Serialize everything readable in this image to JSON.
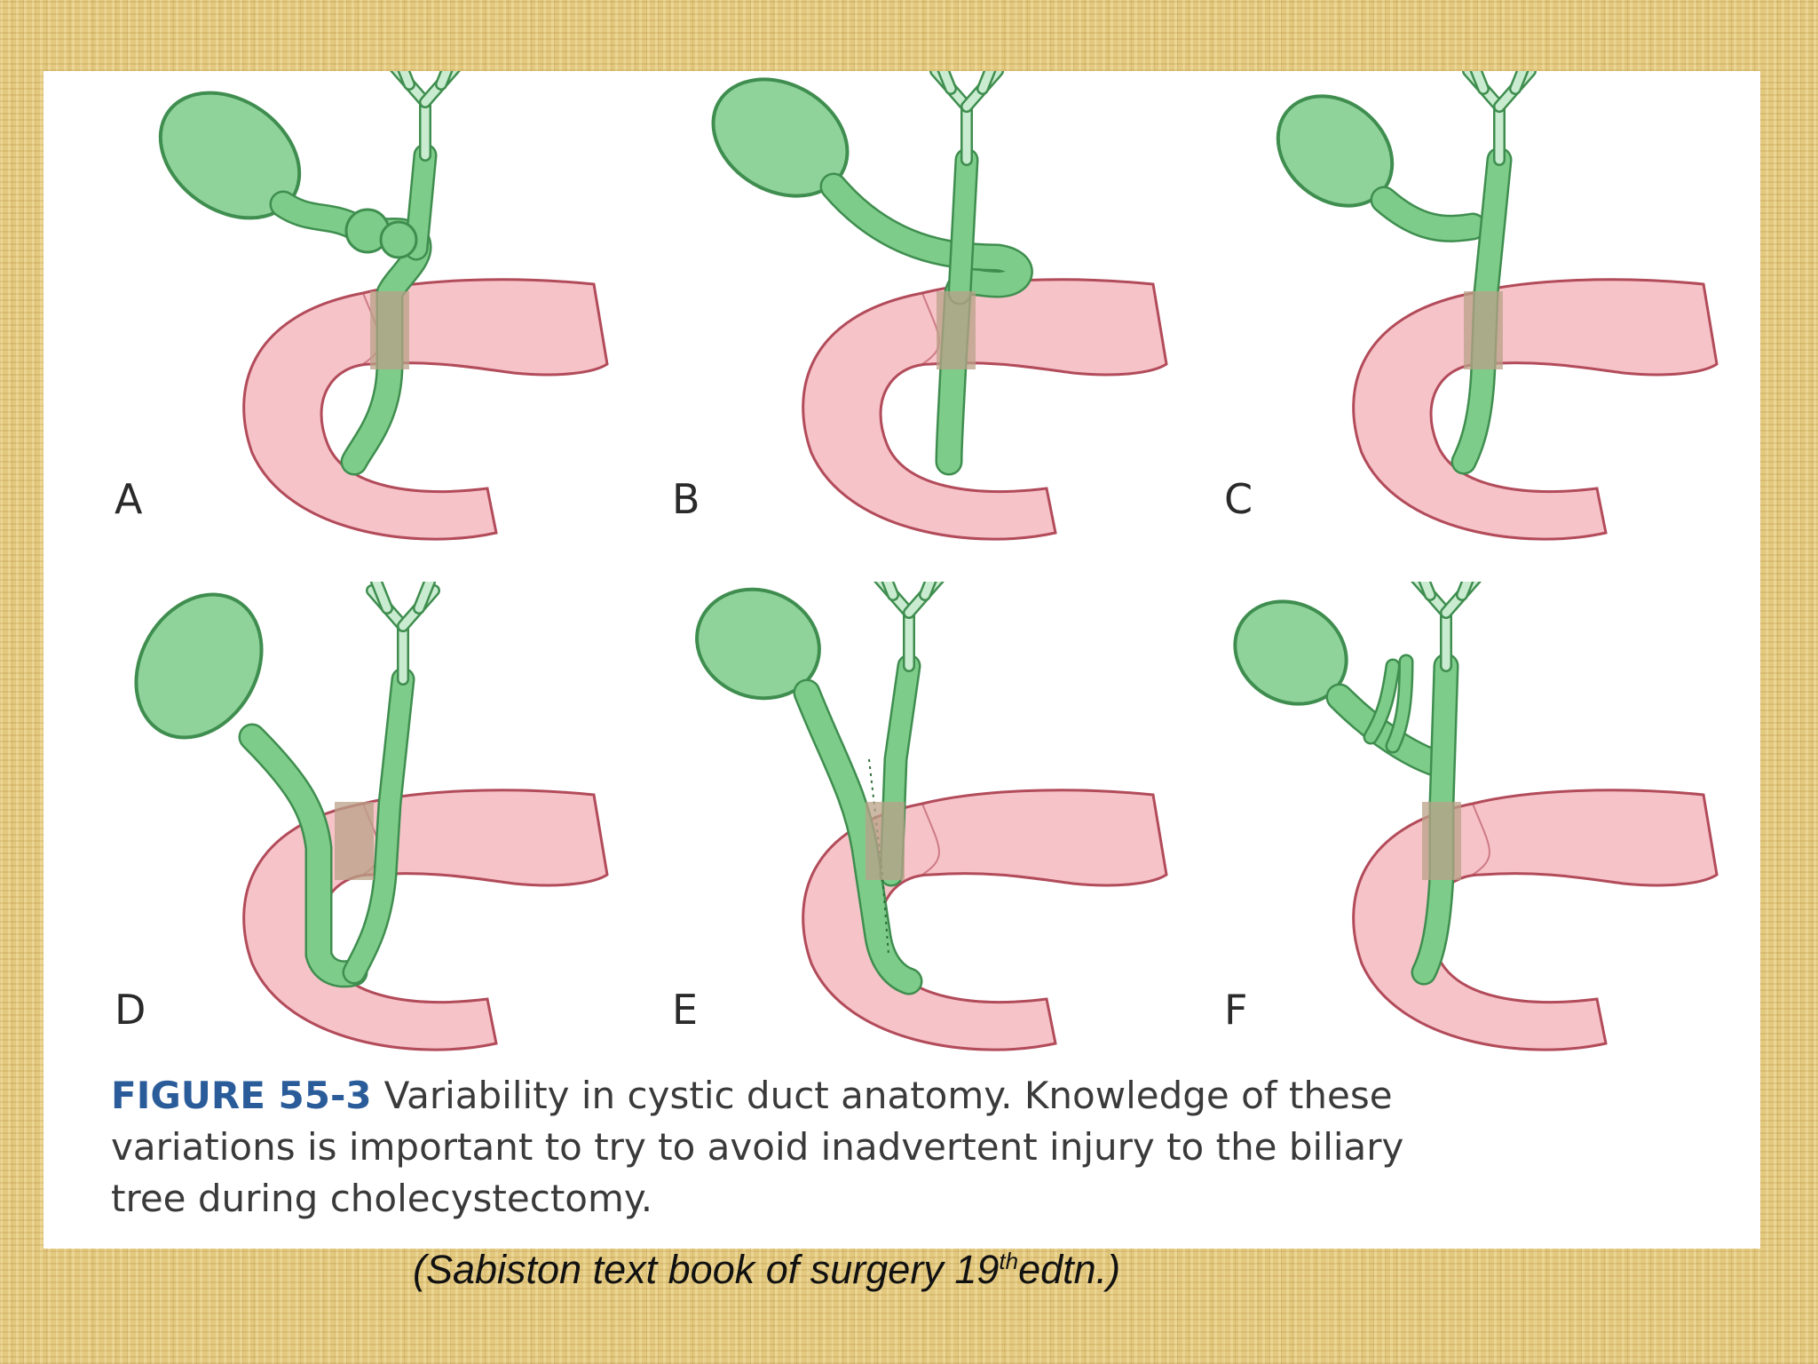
{
  "figure": {
    "panels": [
      {
        "label": "A",
        "variant": "spiral-cystic-duct"
      },
      {
        "label": "B",
        "variant": "cystic-duct-crossing-behind"
      },
      {
        "label": "C",
        "variant": "short-cystic-duct"
      },
      {
        "label": "D",
        "variant": "low-parallel-insertion"
      },
      {
        "label": "E",
        "variant": "long-parallel-duct"
      },
      {
        "label": "F",
        "variant": "accessory-hepatic-ducts"
      }
    ],
    "colors": {
      "gallbladder": "#8fd39b",
      "duct": "#7dcc8a",
      "duct_outline": "#3f8e4f",
      "duodenum": "#f6c3c8",
      "duodenum_outline": "#b24b5a",
      "background": "#e3c97f",
      "caption_accent": "#2b5c9a"
    }
  },
  "caption": {
    "figure_number": "FIGURE 55-3",
    "line1": "Variability in cystic duct anatomy. Knowledge of these",
    "line2": "variations is important to try to avoid inadvertent injury to the biliary",
    "line3": "tree during cholecystectomy."
  },
  "credit": {
    "prefix": "(Sabiston text book  of surgery 19",
    "superscript": "th",
    "suffix": "edtn.)"
  }
}
